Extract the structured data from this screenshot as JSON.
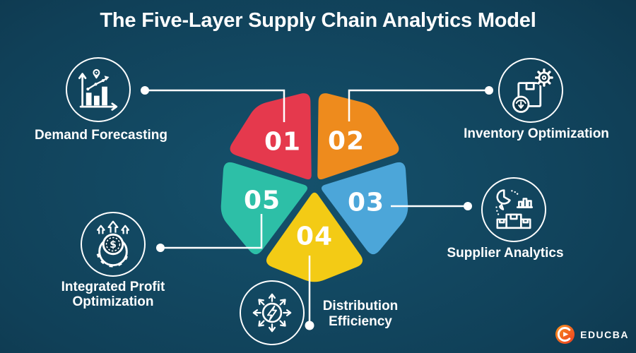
{
  "title": "The Five-Layer Supply Chain Analytics Model",
  "layers": [
    {
      "number": "01",
      "label": "Demand Forecasting",
      "color": "#e5394d",
      "icon": "bar-chart-trend-icon"
    },
    {
      "number": "02",
      "label": "Inventory Optimization",
      "color": "#ee8b1d",
      "icon": "package-gear-gauge-icon"
    },
    {
      "number": "03",
      "label": "Supplier Analytics",
      "color": "#4ca6d9",
      "icon": "pie-chart-boxes-icon"
    },
    {
      "number": "04",
      "label": "Distribution Efficiency",
      "color": "#f3cb15",
      "icon": "network-lightning-icon"
    },
    {
      "number": "05",
      "label": "Integrated Profit Optimization",
      "color": "#2dbfa7",
      "icon": "gear-dollar-arrows-icon"
    }
  ],
  "connectors": {
    "line_color": "#ffffff",
    "dot_color": "#ffffff"
  },
  "background": {
    "center": "#15516c",
    "edge": "#082334"
  },
  "brand": {
    "name": "EDUCBA",
    "logo_color_top": "#f7941e",
    "logo_color_bottom": "#ee3d23"
  }
}
